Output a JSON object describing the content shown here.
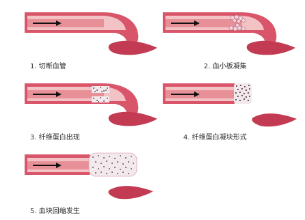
{
  "steps": [
    {
      "label": "1. 切断血管"
    },
    {
      "label": "2. 血小板凝集"
    },
    {
      "label": "3. 纤维蛋白出现"
    },
    {
      "label": "4. 纤维蛋白凝块形式"
    },
    {
      "label": "5. 血块回缩发生"
    }
  ],
  "colors": {
    "vessel_outer": "#d9566a",
    "vessel_wall": "#c23b52",
    "lumen_light": "#f3c2c5",
    "lumen_band": "#e89098",
    "clot_fill": "#f1e9ec",
    "clot_dot": "#4a2530",
    "platelet": "#f2d7df",
    "arrow": "#111111"
  }
}
